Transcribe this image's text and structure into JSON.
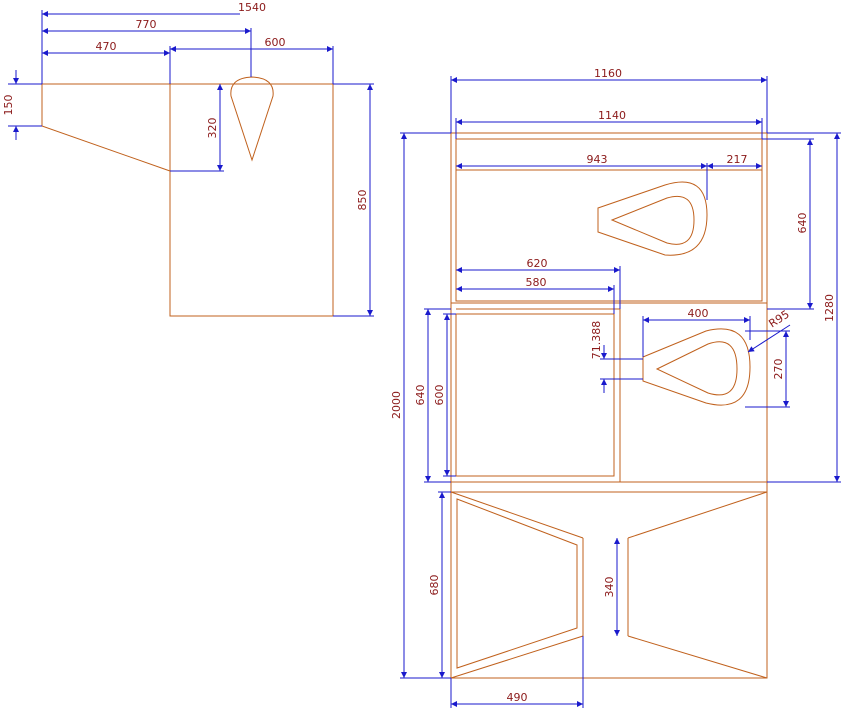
{
  "drawing": {
    "dimensions": {
      "d1540": "1540",
      "d770": "770",
      "d470": "470",
      "d600a": "600",
      "d150": "150",
      "d320": "320",
      "d850": "850",
      "d1160": "1160",
      "d1140": "1140",
      "d943": "943",
      "d217": "217",
      "d640a": "640",
      "d1280": "1280",
      "d620": "620",
      "d580": "580",
      "d400": "400",
      "dR95": "R95",
      "d71388": "71.388",
      "d270": "270",
      "d2000": "2000",
      "d640b": "640",
      "d600b": "600",
      "d680": "680",
      "d340": "340",
      "d490": "490"
    },
    "colors": {
      "part_outline": "#c0611d",
      "dimension_line": "#1a1acc",
      "dimension_text": "#8b1a1a"
    }
  }
}
